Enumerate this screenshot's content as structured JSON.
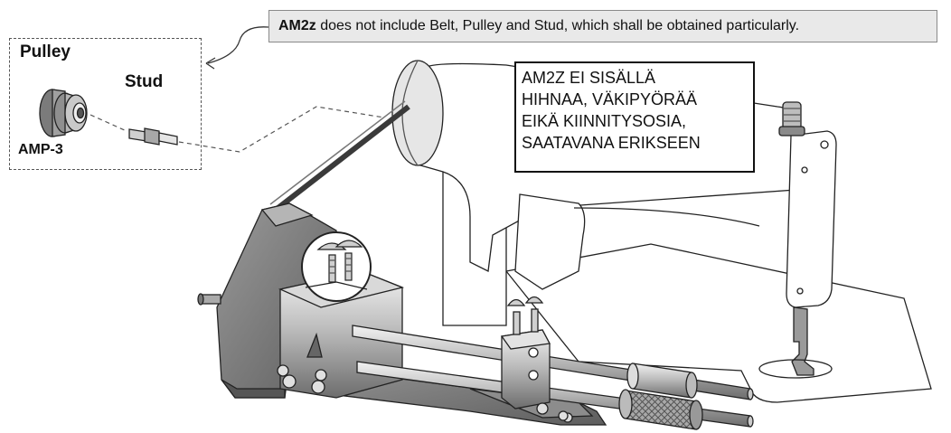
{
  "note": {
    "model": "AM2z",
    "text": "does not include Belt, Pulley and Stud, which shall be obtained particularly."
  },
  "inset": {
    "pulley_label": "Pulley",
    "stud_label": "Stud",
    "part_code": "AMP-3"
  },
  "finnish_note": {
    "lines": [
      "AM2Z EI SISÄLLÄ",
      "HIHNAA, VÄKIPYÖRÄÄ",
      "EIKÄ KIINNITYSOSIA,",
      "SAATAVANA ERIKSEEN"
    ]
  },
  "colors": {
    "metal_dark": "#7a7a7a",
    "metal_mid": "#a9a9a9",
    "metal_light": "#d8d8d8",
    "outline": "#222222",
    "callout_fill": "#e9e9e9"
  }
}
